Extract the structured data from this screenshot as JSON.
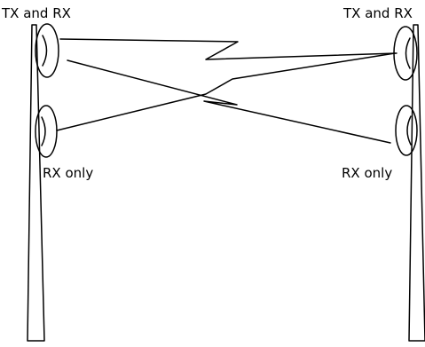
{
  "labels": {
    "left_top": "TX and RX",
    "right_top": "TX and RX",
    "left_bottom": "RX only",
    "right_bottom": "RX only"
  }
}
